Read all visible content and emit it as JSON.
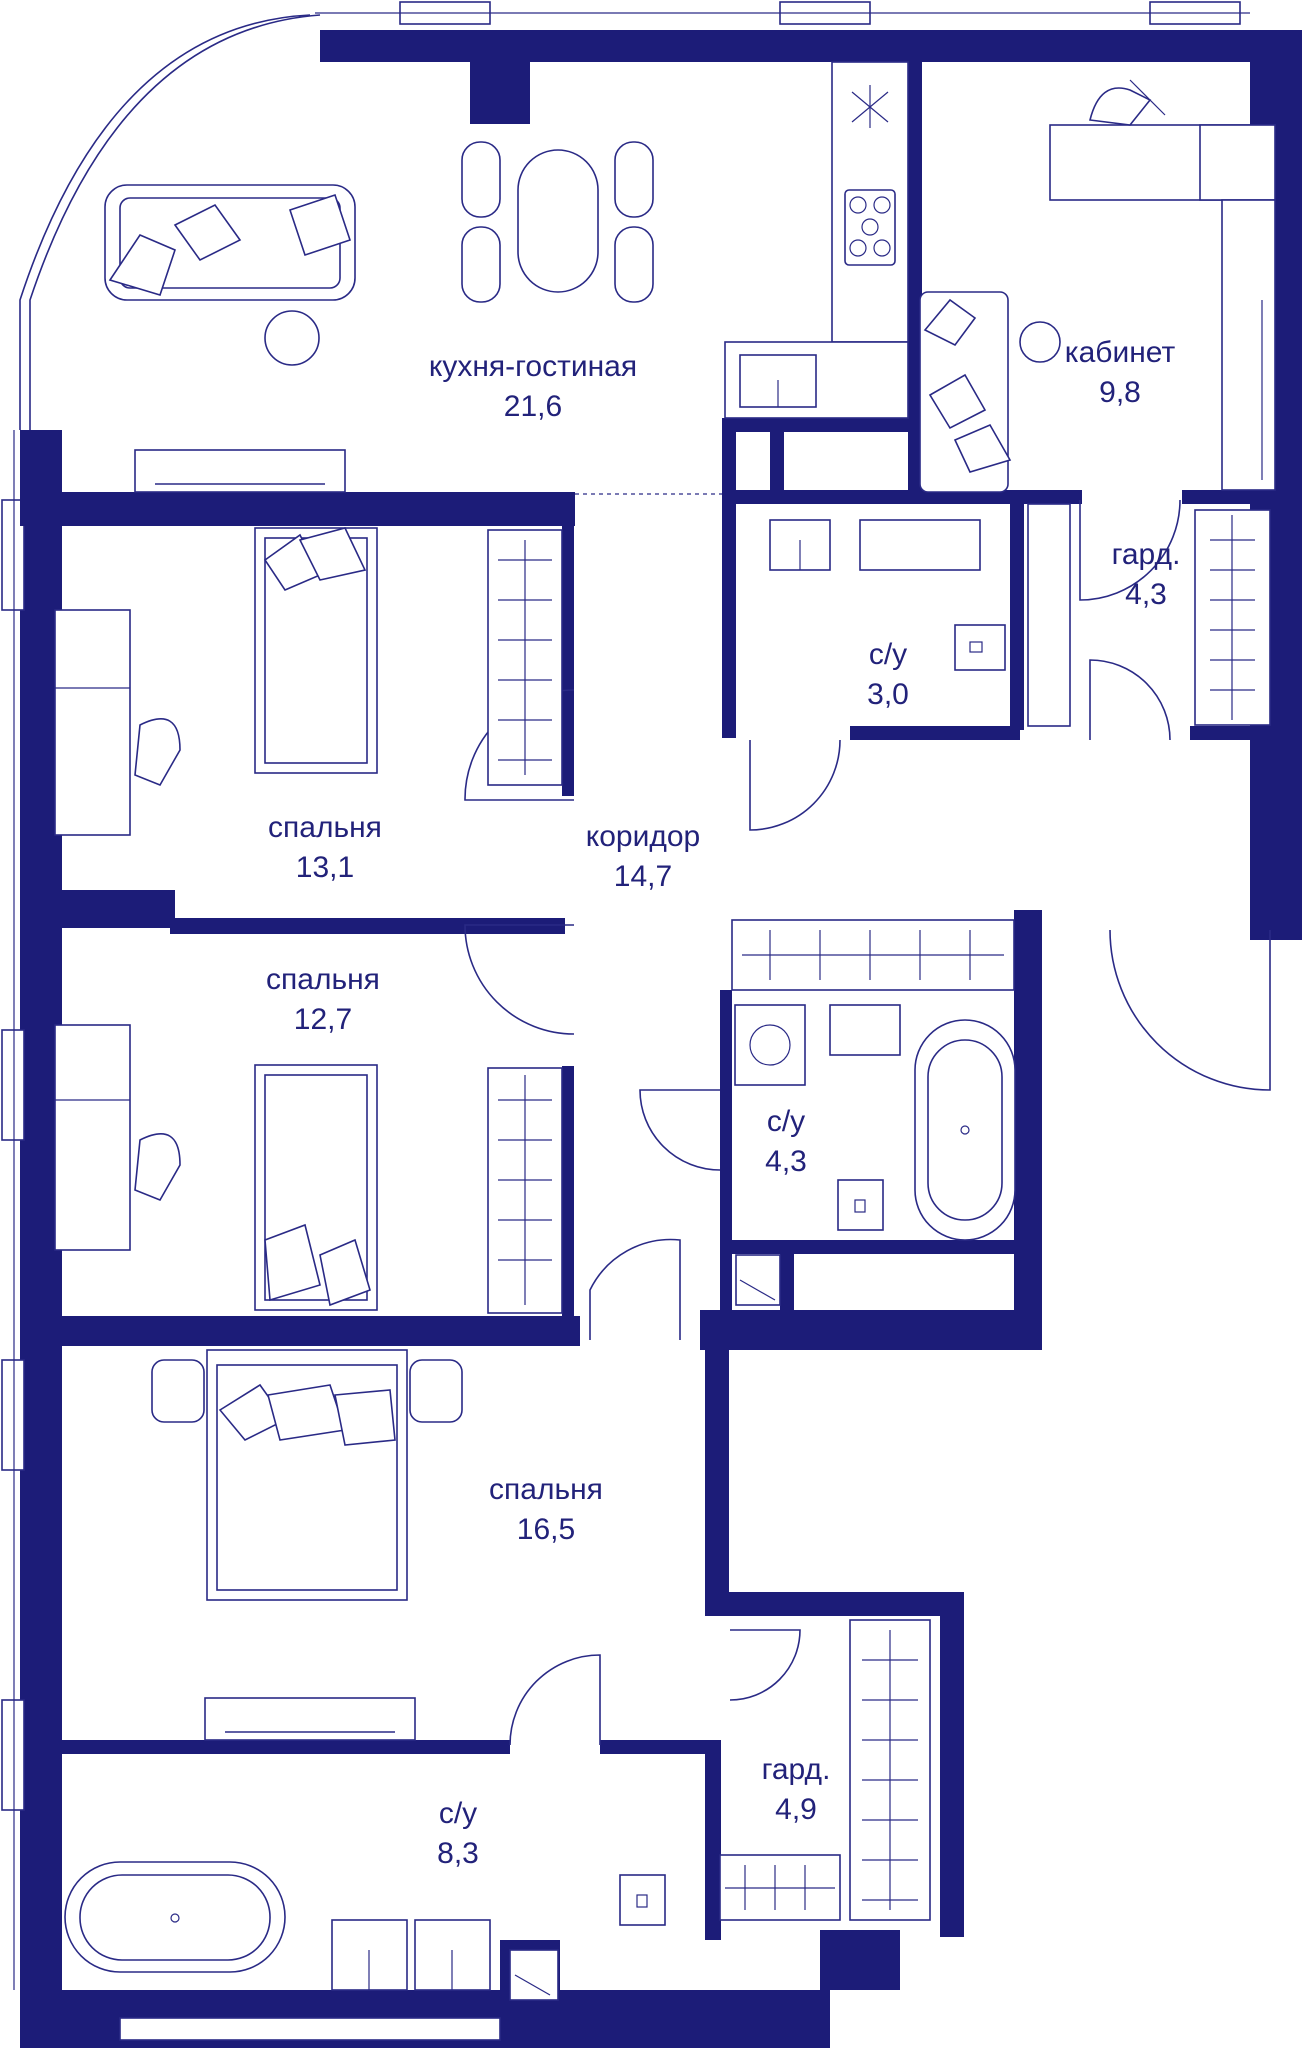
{
  "rooms": [
    {
      "id": "kitchen-living",
      "name": "кухня-гостиная",
      "area": "21,6"
    },
    {
      "id": "office",
      "name": "кабинет",
      "area": "9,8"
    },
    {
      "id": "wardrobe-1",
      "name": "гард.",
      "area": "4,3"
    },
    {
      "id": "wc-1",
      "name": "с/у",
      "area": "3,0"
    },
    {
      "id": "bedroom-1",
      "name": "спальня",
      "area": "13,1"
    },
    {
      "id": "corridor",
      "name": "коридор",
      "area": "14,7"
    },
    {
      "id": "bedroom-2",
      "name": "спальня",
      "area": "12,7"
    },
    {
      "id": "wc-2",
      "name": "с/у",
      "area": "4,3"
    },
    {
      "id": "bedroom-3",
      "name": "спальня",
      "area": "16,5"
    },
    {
      "id": "wardrobe-2",
      "name": "гард.",
      "area": "4,9"
    },
    {
      "id": "wc-3",
      "name": "с/у",
      "area": "8,3"
    }
  ],
  "colors": {
    "walls": "#1c1c78",
    "lines": "#2a2a86",
    "text": "#22227a",
    "background": "#ffffff"
  }
}
